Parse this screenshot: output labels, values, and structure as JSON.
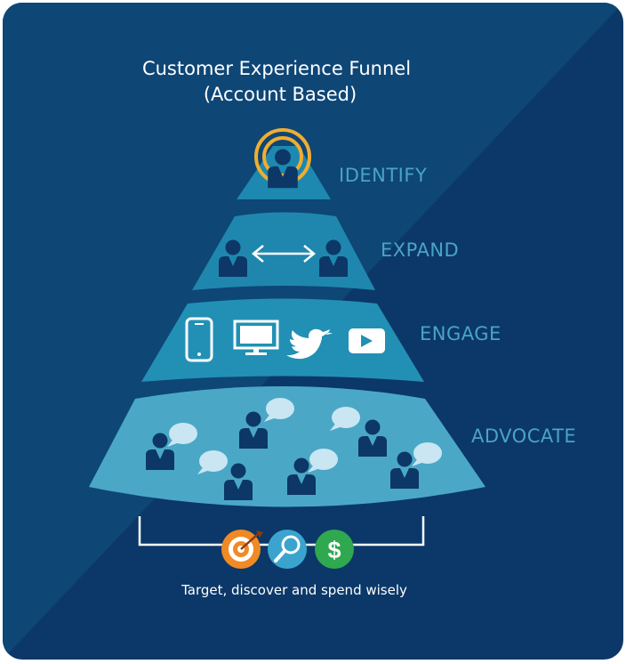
{
  "diagram": {
    "title_line1": "Customer Experience Funnel",
    "title_line2": "(Account Based)",
    "stages": [
      {
        "label": "IDENTIFY"
      },
      {
        "label": "EXPAND"
      },
      {
        "label": "ENGAGE"
      },
      {
        "label": "ADVOCATE"
      }
    ],
    "footer_icons": [
      "target-icon",
      "magnifier-icon",
      "dollar-icon"
    ],
    "caption": "Target, discover and spend wisely"
  },
  "colors": {
    "background_dark": "#0b3868",
    "background_light": "#0e4676",
    "identify_tier": "#1d88b0",
    "expand_tier": "#1f87ae",
    "engage_tier": "#2290b5",
    "advocate_tier": "#4aa8c6",
    "person": "#0c3766",
    "stage_text": "#4aa3c8",
    "target_orange": "#f08a24",
    "search_blue": "#3aa4cf",
    "dollar_green": "#2fa84f"
  }
}
